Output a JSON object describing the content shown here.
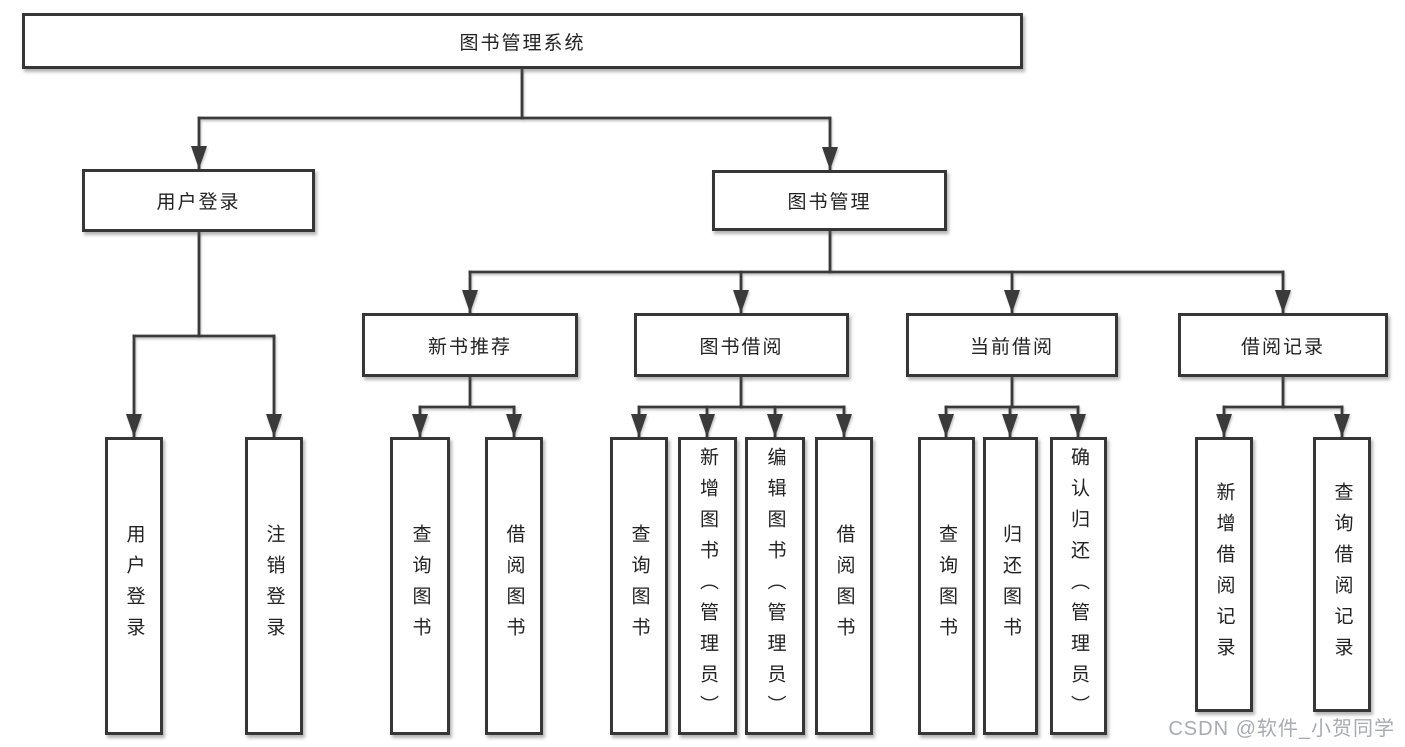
{
  "diagram": {
    "root": {
      "label": "图书管理系统"
    },
    "level2": {
      "user_login": {
        "label": "用户登录"
      },
      "book_mgmt": {
        "label": "图书管理"
      }
    },
    "level3": {
      "new_books": {
        "label": "新书推荐"
      },
      "book_borrow": {
        "label": "图书借阅"
      },
      "current_borrow": {
        "label": "当前借阅"
      },
      "borrow_records": {
        "label": "借阅记录"
      }
    },
    "leaves": {
      "user_login_leaf": {
        "label": "用户登录"
      },
      "logout": {
        "label": "注销登录"
      },
      "nb_query": {
        "label": "查询图书"
      },
      "nb_borrow": {
        "label": "借阅图书"
      },
      "bb_query": {
        "label": "查询图书"
      },
      "bb_add": {
        "label": "新增图书（管理员）"
      },
      "bb_edit": {
        "label": "编辑图书（管理员）"
      },
      "bb_borrow": {
        "label": "借阅图书"
      },
      "cb_query": {
        "label": "查询图书"
      },
      "cb_return": {
        "label": "归还图书"
      },
      "cb_confirm": {
        "label": "确认归还（管理员）"
      },
      "br_add": {
        "label": "新增借阅记录"
      },
      "br_query": {
        "label": "查询借阅记录"
      }
    }
  },
  "watermark": {
    "text": "CSDN @软件_小贺同学"
  },
  "colors": {
    "line": "#3a3a3a",
    "text": "#222222",
    "background": "#ffffff",
    "watermark": "#a8abaf"
  }
}
